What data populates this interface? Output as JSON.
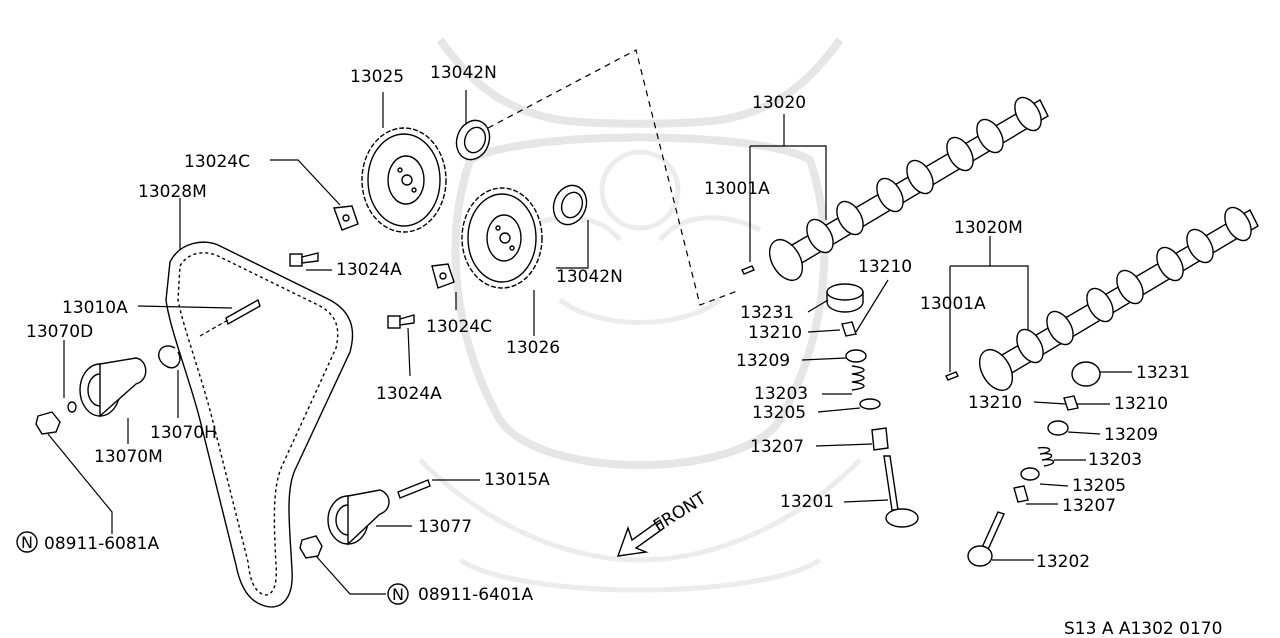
{
  "labels": {
    "p13025": "13025",
    "p13042n_top": "13042N",
    "p13020": "13020",
    "p13024c_top": "13024C",
    "p13028m": "13028M",
    "p13001a_top": "13001A",
    "p13042n_mid": "13042N",
    "p13024a_top": "13024A",
    "p13020m": "13020M",
    "p13210_top": "13210",
    "p13231_left": "13231",
    "p13010a": "13010A",
    "p13024c_mid": "13024C",
    "p13001a_right": "13001A",
    "p13210_left": "13210",
    "p13070d": "13070D",
    "p13026": "13026",
    "p13209_left": "13209",
    "p13024a_mid": "13024A",
    "p13231_right": "13231",
    "p13203_left": "13203",
    "p13210_r1": "13210",
    "p13210_r2": "13210",
    "p13205_left": "13205",
    "p13070h": "13070H",
    "p13209_right": "13209",
    "p13207_left": "13207",
    "p13070m": "13070M",
    "p13203_right": "13203",
    "p13015a": "13015A",
    "p13205_right": "13205",
    "p13201": "13201",
    "p13207_right": "13207",
    "p13077": "13077",
    "p08911_6081a": "08911-6081A",
    "p13202": "13202",
    "p08911_6401a": "08911-6401A",
    "n_badge_1": "N",
    "n_badge_2": "N",
    "front": "FRONT",
    "footer_code": "S13 A A1302 0170"
  },
  "colors": {
    "line": "#000000",
    "background": "#ffffff",
    "watermark": "#e6e6e6"
  }
}
